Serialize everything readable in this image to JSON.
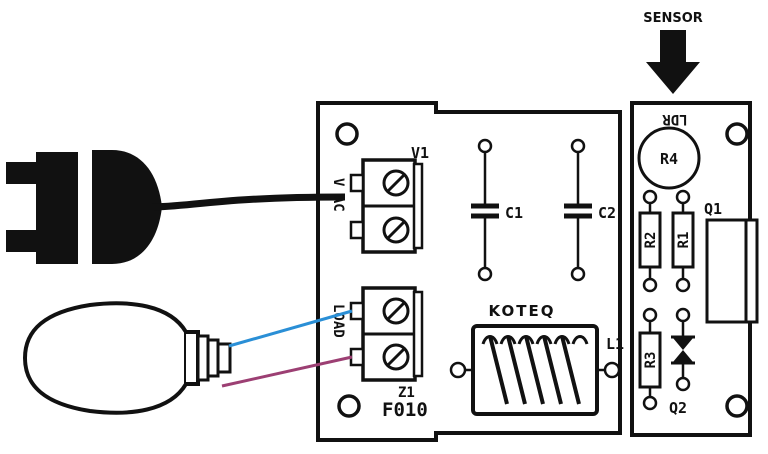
{
  "labels": {
    "sensor": "SENSOR",
    "ldr": "LDR",
    "r4": "R4",
    "r2": "R2",
    "r1": "R1",
    "r3": "R3",
    "q1": "Q1",
    "q2": "Q2",
    "c1": "C1",
    "c2": "C2",
    "l1": "L1",
    "v1": "V1",
    "vac": "V AC",
    "load": "LOAD",
    "z1": "Z1",
    "model": "F010",
    "brand": "KOTEQ"
  },
  "colors": {
    "ink": "#111111",
    "board": "#ffffff",
    "wire_blue": "#2a8fd6",
    "wire_purple": "#9c3f73"
  }
}
